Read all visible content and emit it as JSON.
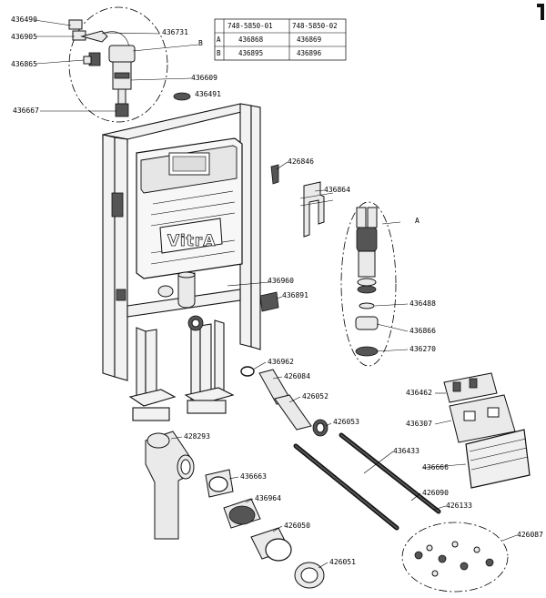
{
  "brand": "VitrA",
  "variant_table": {
    "columns": [
      "",
      "748-5850-01",
      "748-5850-02"
    ],
    "rows": [
      {
        "key": "A",
        "v1": "436868",
        "v2": "436869"
      },
      {
        "key": "B",
        "v1": "436895",
        "v2": "436896"
      }
    ]
  },
  "callouts": {
    "c436490": "436490",
    "c436905": "436905",
    "c436731": "436731",
    "cB": "B",
    "c436865": "436865",
    "c436609": "436609",
    "c436491": "436491",
    "c436667": "436667",
    "c426846": "426846",
    "c436864": "436864",
    "cA": "A",
    "c436960": "436960",
    "c436891": "436891",
    "c436488": "436488",
    "c436866": "436866",
    "c436270": "436270",
    "c436962": "436962",
    "c426084": "426084",
    "c426052": "426052",
    "c426053": "426053",
    "c436462": "436462",
    "c436307": "436307",
    "c428293": "428293",
    "c436433": "436433",
    "c436663": "436663",
    "c436666": "436666",
    "c426090": "426090",
    "c436964": "436964",
    "c426133": "426133",
    "c426050": "426050",
    "c426087": "426087",
    "c426051": "426051"
  }
}
